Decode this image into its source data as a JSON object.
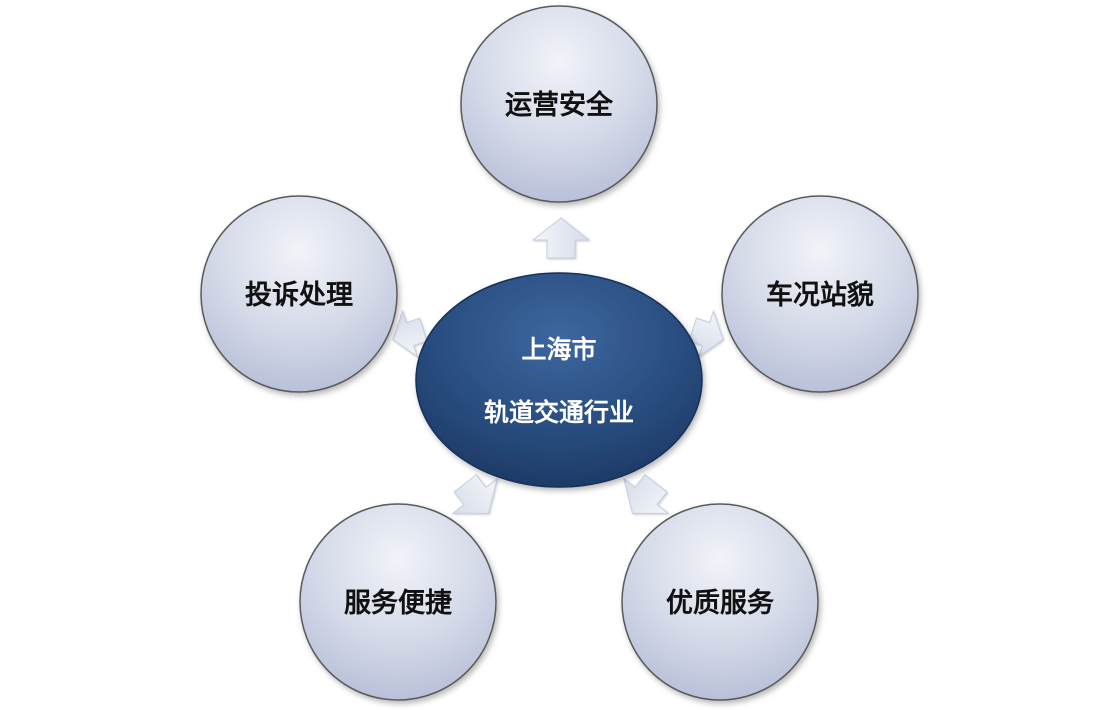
{
  "center": {
    "line1": "上海市",
    "line2": "轨道交通行业",
    "color": "#2a4d7f"
  },
  "nodes": [
    {
      "key": "top",
      "label": "运营安全"
    },
    {
      "key": "right",
      "label": "车况站貌"
    },
    {
      "key": "bottom-right",
      "label": "优质服务"
    },
    {
      "key": "bottom-left",
      "label": "服务便捷"
    },
    {
      "key": "left",
      "label": "投诉处理"
    }
  ],
  "colors": {
    "node_fill_light": "#f1f3f8",
    "node_fill_dark": "#b3bcd6",
    "node_stroke": "#5a5a5a",
    "arrow_fill": "#e4e9f2"
  }
}
